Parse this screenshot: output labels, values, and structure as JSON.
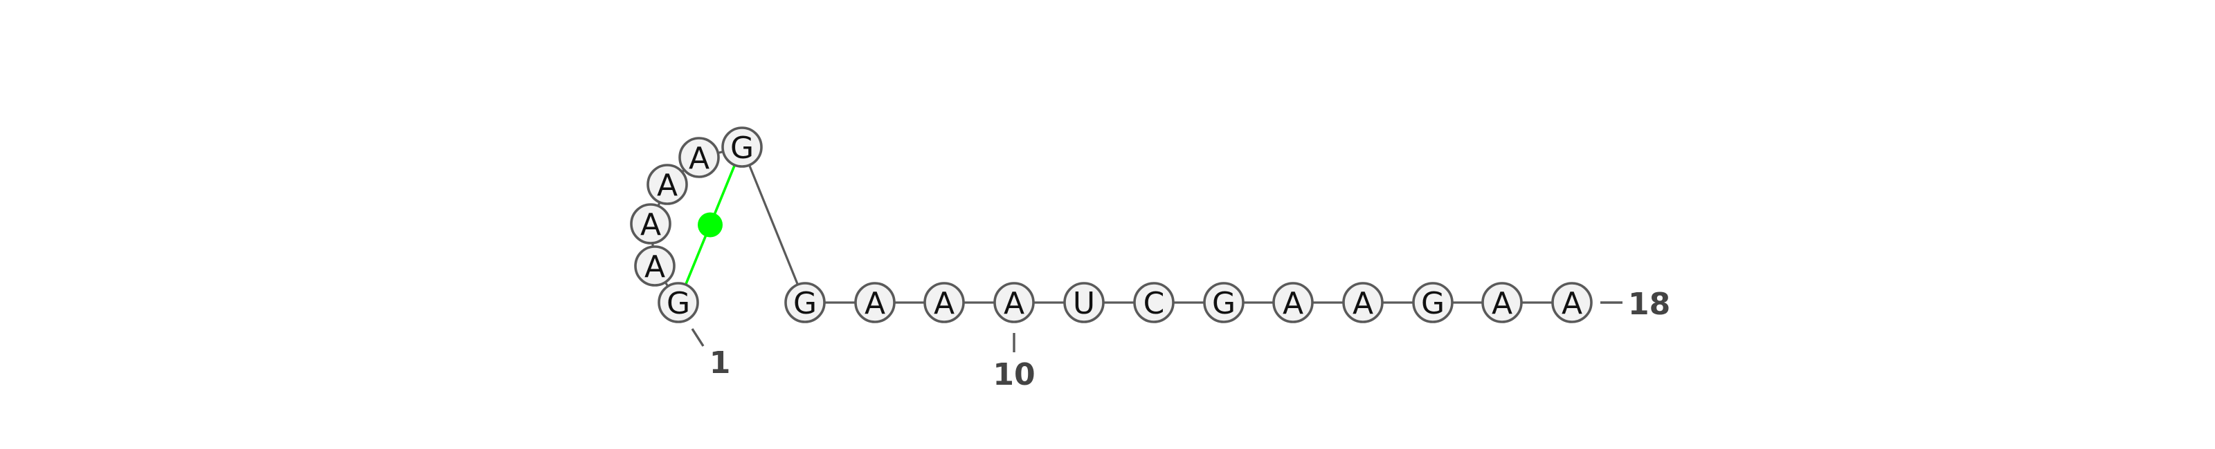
{
  "colors": {
    "backbone": "#5a5a5a",
    "nucleotide_fill": "#f2f2f2",
    "base_pair": "#00ff00",
    "number_label": "#444444"
  },
  "sequence": [
    "G",
    "A",
    "A",
    "A",
    "A",
    "G",
    "G",
    "A",
    "A",
    "A",
    "U",
    "C",
    "G",
    "A",
    "A",
    "G",
    "A",
    "A"
  ],
  "base_pairs": [
    [
      1,
      6
    ]
  ],
  "position_labels": [
    {
      "position": 1,
      "text": "1"
    },
    {
      "position": 10,
      "text": "10"
    },
    {
      "position": 18,
      "text": "18"
    }
  ]
}
